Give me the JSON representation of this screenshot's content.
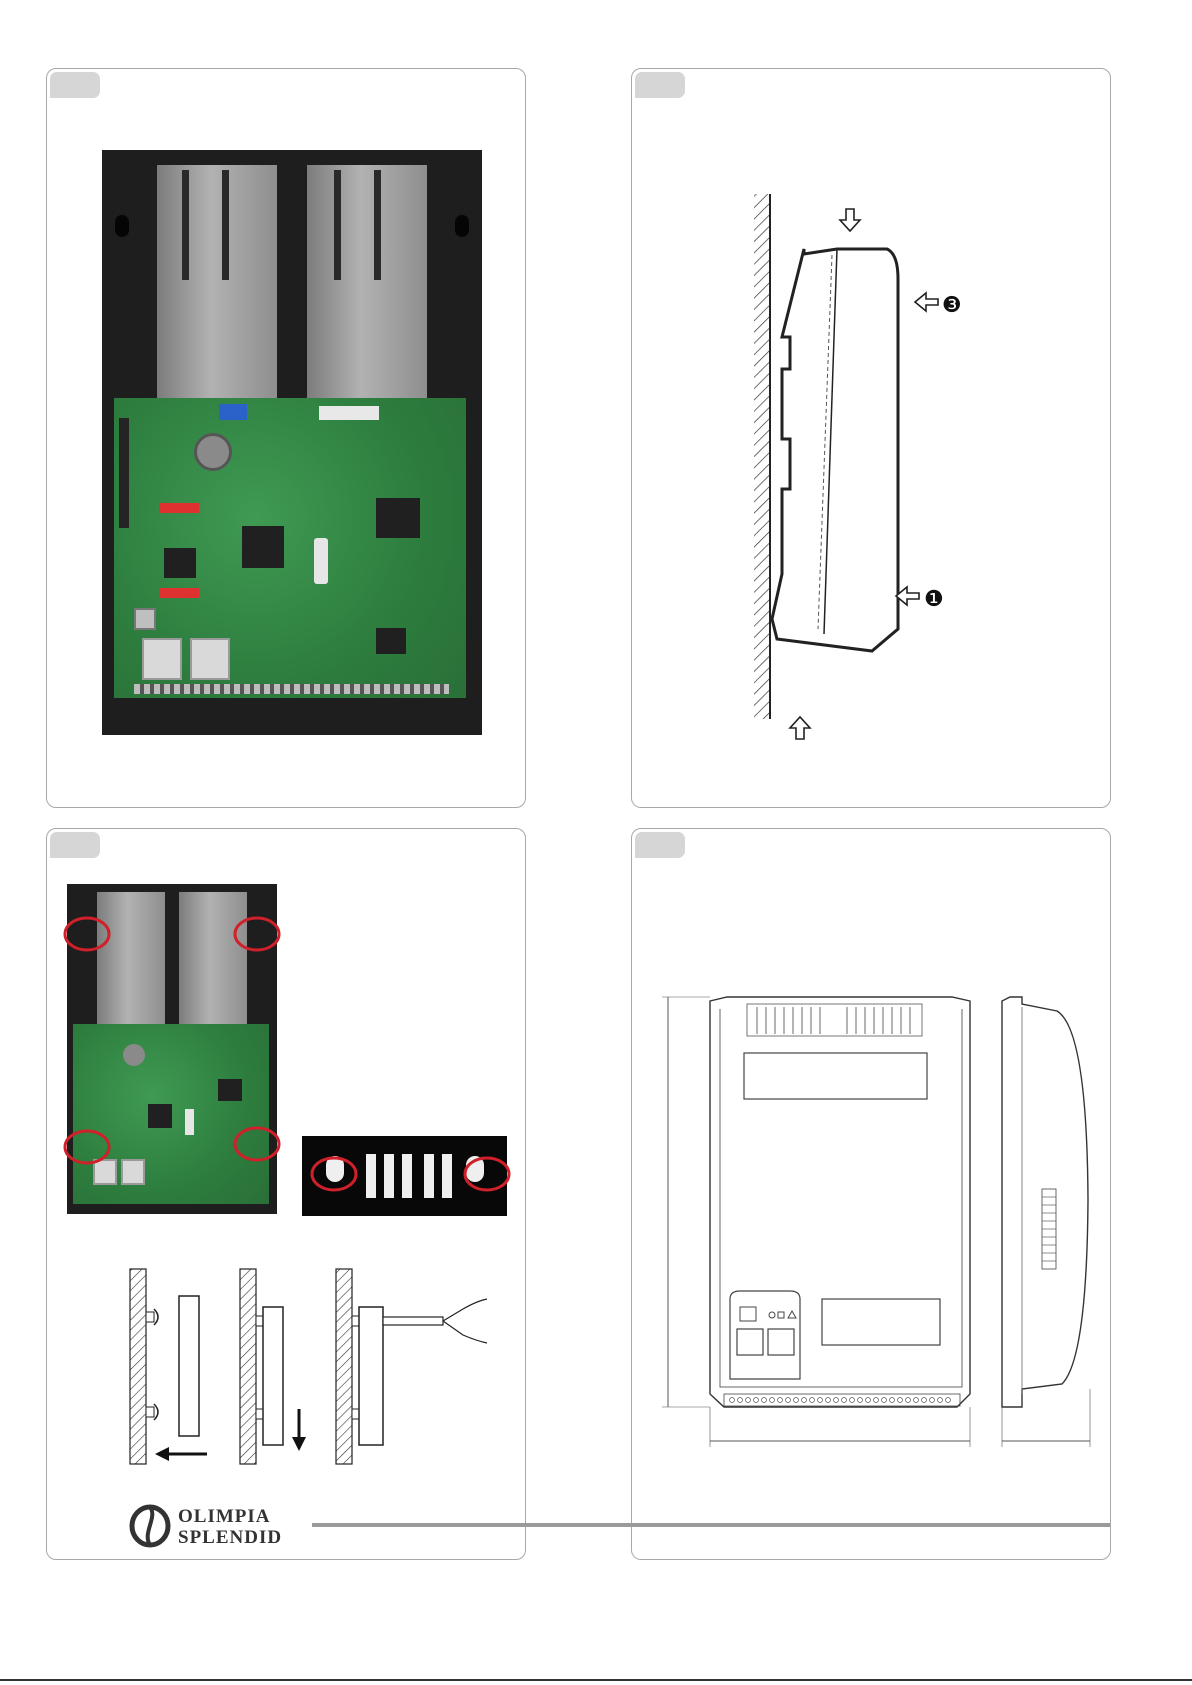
{
  "panels": [
    {
      "id": "panel-1"
    },
    {
      "id": "panel-2",
      "labels": [
        "❸",
        "❶"
      ]
    },
    {
      "id": "panel-3"
    },
    {
      "id": "panel-4"
    }
  ],
  "footer": {
    "brand_line1": "OLIMPIA",
    "brand_line2": "SPLENDID",
    "colors": {
      "rule": "#9a9a9a",
      "brand": "#333333",
      "highlight": "#d0202a"
    }
  }
}
